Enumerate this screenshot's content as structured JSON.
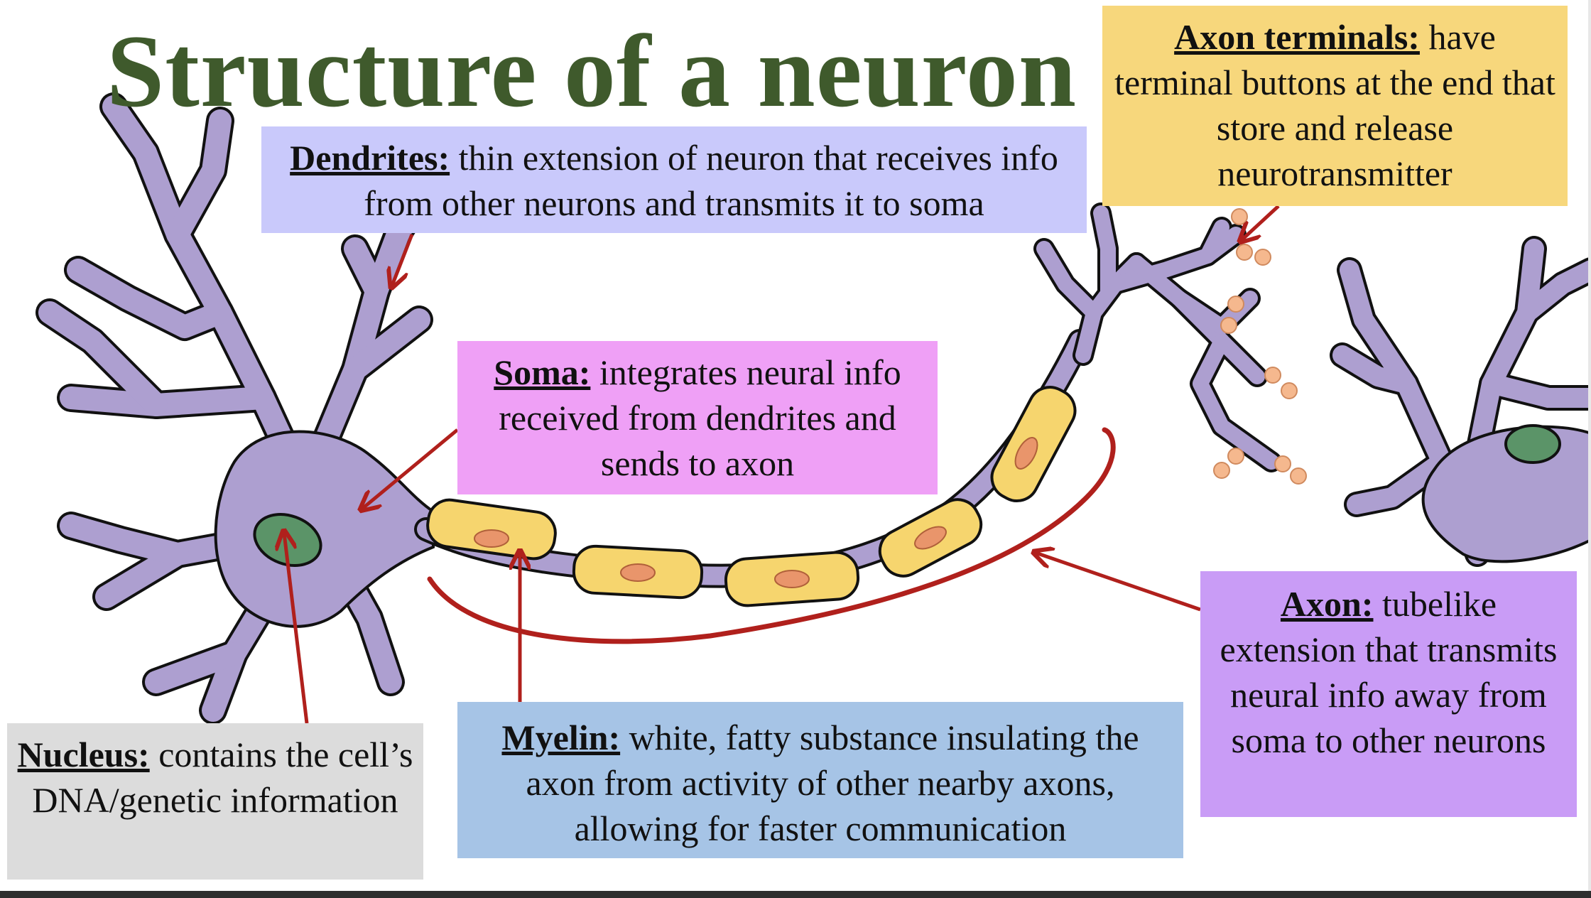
{
  "title": "Structure of a neuron",
  "labels": {
    "dendrites": {
      "term": "Dendrites:",
      "text": "thin extension of neuron that receives info from other neurons and transmits it to soma"
    },
    "axon_terminals": {
      "term": "Axon terminals:",
      "text": "have terminal buttons at the end that store and release neurotransmitter"
    },
    "soma": {
      "term": "Soma:",
      "text": "integrates neural info received from dendrites and sends to axon"
    },
    "nucleus": {
      "term": "Nucleus:",
      "text": "contains the cell’s DNA/genetic information"
    },
    "myelin": {
      "term": "Myelin:",
      "text": "white, fatty substance insulating the axon from activity of other nearby axons, allowing for faster communication"
    },
    "axon": {
      "term": "Axon:",
      "text": "tubelike extension that transmits neural info away from soma to other neurons"
    }
  },
  "colors": {
    "title": "#3f5a2c",
    "neuron_body": "#ad9fd0",
    "nucleus": "#5b9468",
    "myelin": "#f6d56e",
    "myelin_nucleus": "#e9956b",
    "arrow": "#b0201c",
    "vesicle": "#f5b88e",
    "box_dendrites": "#c9c9fb",
    "box_axon_terminals": "#f7d77c",
    "box_soma": "#efa0f6",
    "box_nucleus": "#dcdcdc",
    "box_myelin": "#a6c4e6",
    "box_axon": "#c99cf6"
  }
}
